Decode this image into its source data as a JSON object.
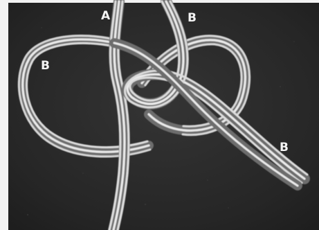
{
  "photo": {
    "labels": {
      "a_top": "A",
      "b_top": "B",
      "b_left": "B",
      "b_right": "B"
    },
    "colors": {
      "background": "#2a2a2a",
      "cord": "#e9e9e9",
      "cord_shadow": "#7d7d7d",
      "frame": "#f2f2f2"
    }
  }
}
